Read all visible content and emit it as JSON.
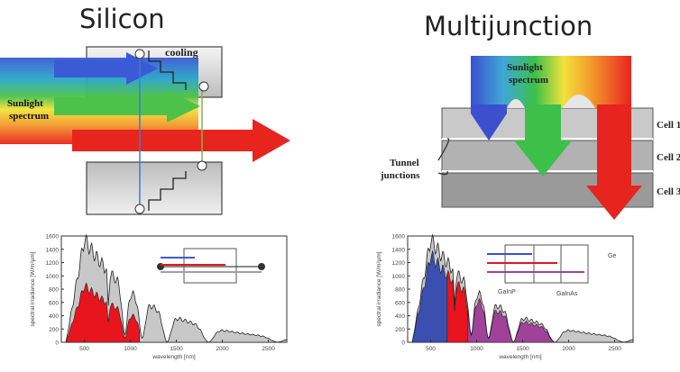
{
  "panels": {
    "silicon": {
      "title": "Silicon",
      "cooling_label": "cooling",
      "sunlight_label_1": "Sunlight",
      "sunlight_label_2": "spectrum"
    },
    "multijunction": {
      "title": "Multijunction",
      "sunlight_label_1": "Sunlight",
      "sunlight_label_2": "spectrum",
      "tunnel_label_1": "Tunnel",
      "tunnel_label_2": "junctions",
      "cells": [
        "Cell 1",
        "Cell 2",
        "Cell 3"
      ]
    }
  },
  "chart_data": [
    {
      "type": "area",
      "panel": "silicon",
      "ylabel": "spectral irradiance [W/m²μm]",
      "xlabel": "wavelength [nm]",
      "yticks": [
        0,
        200,
        400,
        600,
        800,
        1000,
        1200,
        1400,
        1600
      ],
      "xticks": [
        500,
        1000,
        1500,
        2000,
        2500
      ],
      "xlim": [
        250,
        2700
      ],
      "ylim": [
        0,
        1600
      ],
      "spectrum_color": "#c8c8c8",
      "absorbed_color": "#e8141e",
      "absorbed_range_nm": [
        300,
        1100
      ]
    },
    {
      "type": "area",
      "panel": "multijunction",
      "ylabel": "spectral irradiance [W/m²μm]",
      "xlabel": "wavelength [nm]",
      "yticks": [
        0,
        200,
        400,
        600,
        800,
        1000,
        1200,
        1400,
        1600
      ],
      "xticks": [
        500,
        1000,
        1500,
        2000,
        2500
      ],
      "xlim": [
        250,
        2700
      ],
      "ylim": [
        0,
        1600
      ],
      "legend_labels": [
        "Ge",
        "GaInP",
        "GaInAs"
      ],
      "bands": [
        {
          "name": "GaInP",
          "color": "#3a4fb0",
          "range_nm": [
            300,
            680
          ]
        },
        {
          "name": "GaInAs",
          "color": "#e8141e",
          "range_nm": [
            680,
            900
          ]
        },
        {
          "name": "Ge",
          "color": "#a0429a",
          "range_nm": [
            900,
            1850
          ]
        }
      ]
    }
  ]
}
